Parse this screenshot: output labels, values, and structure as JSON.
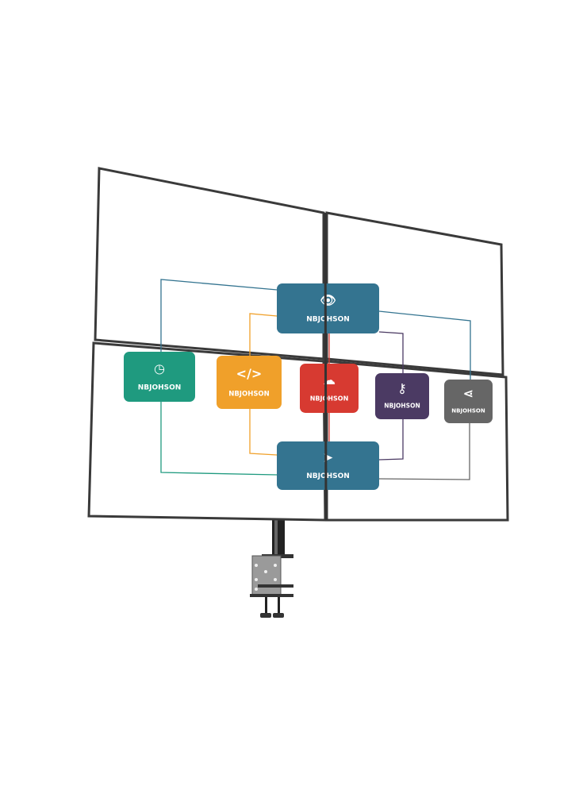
{
  "brand_label": "NBJOHSON",
  "boxes": [
    {
      "id": "eye",
      "label": "NBJOHSON",
      "icon": "eye-icon",
      "color": "#347490"
    },
    {
      "id": "clock",
      "label": "NBJOHSON",
      "icon": "clock-icon",
      "color": "#1f9a7f"
    },
    {
      "id": "code",
      "label": "NBJOHSON",
      "icon": "code-icon",
      "color": "#f0a02a"
    },
    {
      "id": "cloud",
      "label": "NBJOHSON",
      "icon": "cloud-upload-icon",
      "color": "#d73a31"
    },
    {
      "id": "key",
      "label": "NBJOHSON",
      "icon": "key-icon",
      "color": "#4b3a63"
    },
    {
      "id": "share",
      "label": "NBJOHSON",
      "icon": "share-icon",
      "color": "#666666"
    },
    {
      "id": "plane",
      "label": "NBJOHSON",
      "icon": "paper-plane-icon",
      "color": "#347490"
    }
  ]
}
